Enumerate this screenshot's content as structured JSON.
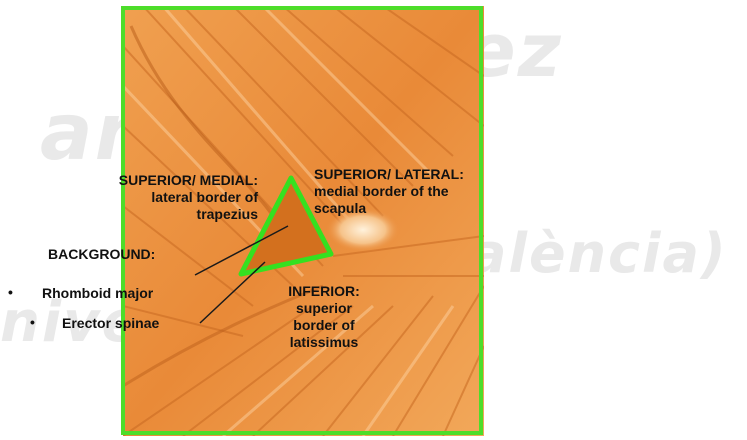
{
  "watermark": {
    "line1": "ani",
    "line2": "chez",
    "line3": "alència)",
    "line4": "nive"
  },
  "labels": {
    "superior_medial": {
      "heading": "SUPERIOR/ MEDIAL:",
      "lines": [
        "lateral border of",
        "trapezius"
      ]
    },
    "superior_lateral": {
      "heading": "SUPERIOR/ LATERAL:",
      "lines": [
        "medial border of the",
        "scapula"
      ]
    },
    "background": {
      "heading": "BACKGROUND:",
      "items": [
        "Rhomboid major",
        "Erector spinae"
      ],
      "bullet": "•"
    },
    "inferior": {
      "heading": "INFERIOR:",
      "lines": [
        "superior",
        "border of",
        "latissimus"
      ]
    }
  },
  "colors": {
    "frame": "#4ddd2a",
    "triangle": "#35e020",
    "muscle": "#e88a3a",
    "pointer": "#1a1a1a"
  }
}
